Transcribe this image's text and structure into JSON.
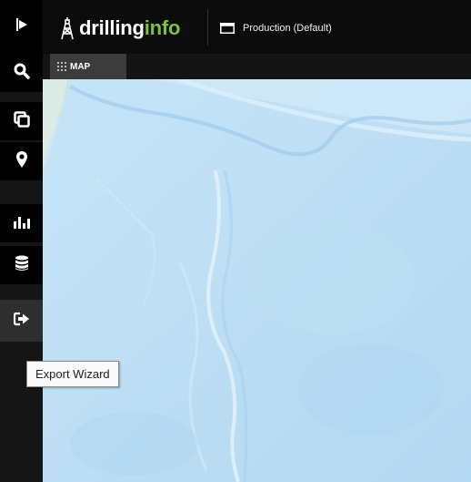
{
  "header": {
    "logo": {
      "part1": "drilling",
      "part2": "info"
    },
    "workspace_label": "Production (Default)"
  },
  "sidebar": {
    "items": [
      {
        "icon": "search-icon",
        "label": "Search"
      },
      {
        "icon": "windows-icon",
        "label": "Windows"
      },
      {
        "icon": "map-pin-icon",
        "label": "Location"
      },
      {
        "icon": "bar-chart-icon",
        "label": "Analytics"
      },
      {
        "icon": "database-icon",
        "label": "Data"
      },
      {
        "icon": "export-icon",
        "label": "Export Wizard",
        "active": true
      }
    ]
  },
  "map_panel": {
    "tab_label": "MAP"
  },
  "tooltip": {
    "text": "Export Wizard"
  },
  "colors": {
    "brand_green": "#7cc242",
    "header_bg": "#0b0b0b",
    "map_water": "#bfe0f5",
    "map_land": "#e8e6b8"
  }
}
